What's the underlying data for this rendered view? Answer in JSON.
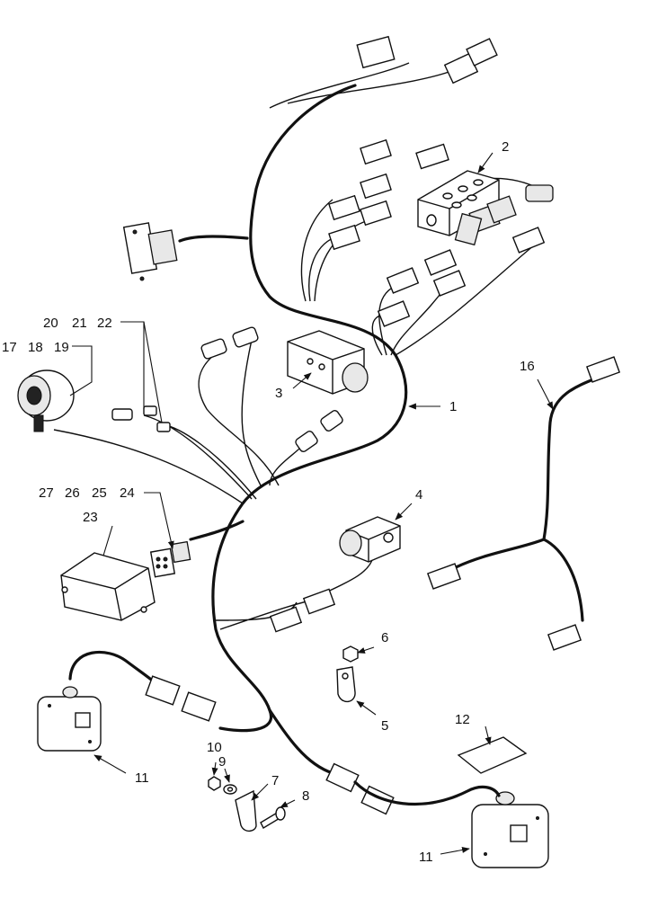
{
  "callouts": {
    "c1": "1",
    "c2": "2",
    "c3": "3",
    "c4": "4",
    "c5": "5",
    "c6": "6",
    "c7": "7",
    "c8": "8",
    "c9": "9",
    "c10": "10",
    "c11a": "11",
    "c11b": "11",
    "c12": "12",
    "c16": "16",
    "c17": "17",
    "c18": "18",
    "c19": "19",
    "c20": "20",
    "c21": "21",
    "c22": "22",
    "c23": "23",
    "c24": "24",
    "c25": "25",
    "c26": "26",
    "c27": "27"
  },
  "colors": {
    "line": "#111111",
    "background": "#ffffff"
  }
}
